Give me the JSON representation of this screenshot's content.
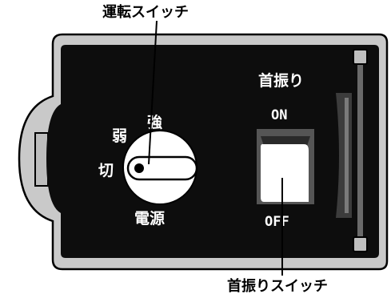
{
  "callouts": {
    "run_switch": "運転スイッチ",
    "swing_switch": "首振りスイッチ"
  },
  "dial": {
    "strong": "強",
    "weak": "弱",
    "off": "切",
    "power": "電源"
  },
  "swing": {
    "title": "首振り",
    "on": "ON",
    "off": "OFF"
  },
  "colors": {
    "panel_outer": "#c9c9c9",
    "panel_inner": "#0d0d0d",
    "knob": "#ffffff",
    "rocker": "#ffffff"
  }
}
